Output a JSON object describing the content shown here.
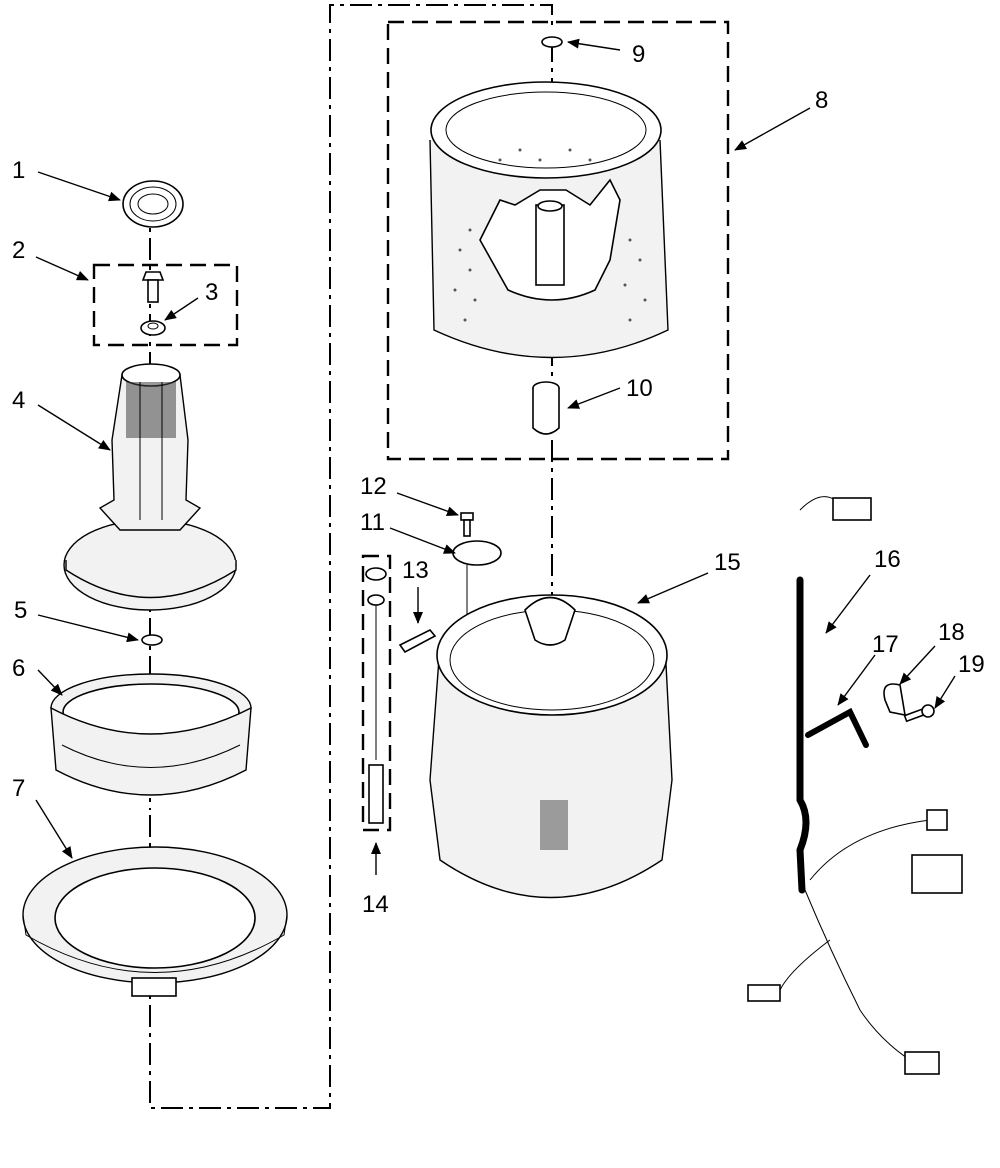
{
  "callouts": [
    {
      "id": "1",
      "label": "1"
    },
    {
      "id": "2",
      "label": "2"
    },
    {
      "id": "3",
      "label": "3"
    },
    {
      "id": "4",
      "label": "4"
    },
    {
      "id": "5",
      "label": "5"
    },
    {
      "id": "6",
      "label": "6"
    },
    {
      "id": "7",
      "label": "7"
    },
    {
      "id": "8",
      "label": "8"
    },
    {
      "id": "9",
      "label": "9"
    },
    {
      "id": "10",
      "label": "10"
    },
    {
      "id": "11",
      "label": "11"
    },
    {
      "id": "12",
      "label": "12"
    },
    {
      "id": "13",
      "label": "13"
    },
    {
      "id": "14",
      "label": "14"
    },
    {
      "id": "15",
      "label": "15"
    },
    {
      "id": "16",
      "label": "16"
    },
    {
      "id": "17",
      "label": "17"
    },
    {
      "id": "18",
      "label": "18"
    },
    {
      "id": "19",
      "label": "19"
    }
  ],
  "colors": {
    "line": "#000000",
    "background": "#ffffff",
    "fill": "#f2f2f2"
  }
}
